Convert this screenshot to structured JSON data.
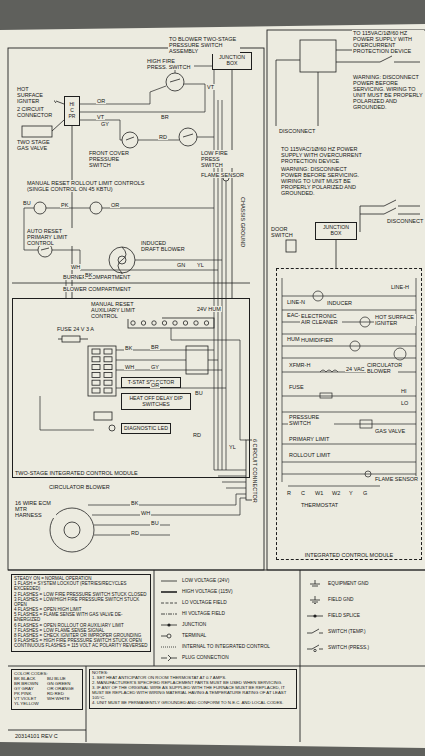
{
  "diagram": {
    "nodes": [
      {
        "text": [
          "TWO-STAGE INTEGRATED CONTROL MODULE"
        ]
      },
      {
        "text": [
          "T-STAT SELECTOR"
        ],
        "in": 0
      },
      {
        "text": [
          "HEAT OFF DELAY DIP SWITCHES"
        ],
        "in": 0
      },
      {
        "text": [
          "DIAGNOSTIC LED"
        ],
        "in": 0
      },
      {
        "text": [
          "JUNCTION BOX"
        ]
      },
      {
        "text": [
          "HI",
          "C",
          "PR"
        ]
      },
      {
        "text": [
          "JUNCTION BOX"
        ]
      },
      {
        "text": [
          "INTEGRATED CONTROL MODULE"
        ]
      },
      {
        "text": [
          "STEADY ON = NORMAL OPERATION",
          "1 FLASH = SYSTEM LOCKOUT (RETRIES/RECYCLES EXCEEDED)",
          "2 FLASHES = LOW FIRE PRESSURE SWITCH STUCK CLOSED",
          "3 FLASHES = LOW/HIGH FIRE PRESSURE SWITCH STUCK OPEN",
          "4 FLASHES = OPEN HIGH LIMIT",
          "5 FLASHES = FLAME SENSE WITH GAS VALVE DE-ENERGIZED",
          "6 FLASHES = OPEN ROLLOUT OR AUXILIARY LIMIT",
          "7 FLASHES = LOW FLAME SENSE SIGNAL",
          "8 FLASHES = CHECK IGNITER OR IMPROPER GROUNDING",
          "9 FLASHES = HIGH FIRE PRESSURE SWITCH STUCK OPEN",
          "CONTINUOUS FLASHES = 115 VOLT AC POLARITY REVERSED"
        ]
      },
      {
        "text": [
          "COLOR CODES:",
          "BK BLACK",
          "BU BLUE",
          "BR BROWN",
          "GN GREEN",
          "GY GRAY",
          "OR ORANGE",
          "PK PINK",
          "RD RED",
          "VT VIOLET",
          "WH WHITE",
          "YL YELLOW"
        ]
      },
      {
        "text": [
          "NOTES:",
          "1. SET HEAT ANTICIPATOR ON ROOM THERMOSTAT AT 0.7 AMPS.",
          "2. MANUFACTURER'S SPECIFIED REPLACEMENT PARTS MUST BE USED WHEN SERVICING.",
          "3. IF ANY OF THE ORIGINAL WIRE AS SUPPLIED WITH THE FURNACE MUST BE REPLACED, IT MUST BE REPLACED WITH WIRING MATERIAL HAVING A TEMPERATURE RATING OF AT LEAST 105°C.",
          "4. UNIT MUST BE PERMANENTLY GROUNDED AND CONFORM TO N.E.C. AND LOCAL CODES."
        ]
      }
    ],
    "edges": [
      {
        "from": 4,
        "to": 0,
        "arrow": "none"
      },
      {
        "from": 5,
        "to": 0,
        "arrow": "none"
      },
      {
        "from": 6,
        "to": 7,
        "arrow": "none"
      }
    ],
    "labels": [
      "TO BLOWER TWO-STAGE PRESSURE SWITCH ASSEMBLY",
      "HIGH FIRE PRESS. SWITCH",
      "HOT SURFACE IGNITER",
      "2 CIRCUIT CONNECTOR",
      "TWO STAGE GAS VALVE",
      "FRONT COVER PRESSURE SWITCH",
      "LOW FIRE PRESS SWITCH",
      "FLAME SENSOR",
      "CHASSIS GROUND",
      "MANUAL RESET ROLLOUT LIMIT CONTROLS (SINGLE CONTROL ON 45 KBTU)",
      "AUTO RESET PRIMARY LIMIT CONTROL",
      "INDUCED DRAFT BLOWER",
      "BURNER COMPARTMENT",
      "BLOWER COMPARTMENT",
      "MANUAL RESET AUXILIARY LIMIT CONTROL",
      "24V HUM",
      "FUSE 24 V 3 A",
      "CIRCULATOR BLOWER",
      "16 WIRE ECM MTR HARNESS",
      "6 CIRCUIT CONNECTOR",
      "OR",
      "VT",
      "GY",
      "BR",
      "RD",
      "BU",
      "PK",
      "OR",
      "WH",
      "BK",
      "YL",
      "GN",
      "VT",
      "BK",
      "WH",
      "BR",
      "GY",
      "OR",
      "BU",
      "RD",
      "YL",
      "BK",
      "WH",
      "BU",
      "RD",
      "20314101 REV C",
      "TO 115VAC/1Ø/60 HZ POWER SUPPLY WITH OVERCURRENT PROTECTION DEVICE",
      "WARNING: DISCONNECT POWER BEFORE SERVICING. WIRING TO UNIT MUST BE PROPERLY POLARIZED AND GROUNDED.",
      "DISCONNECT",
      "TO 115VAC/1Ø/60 HZ POWER SUPPLY WITH OVERCURRENT PROTECTION DEVICE",
      "WARNING: DISCONNECT POWER BEFORE SERVICING. WIRING TO UNIT MUST BE PROPERLY POLARIZED AND GROUNDED.",
      "DISCONNECT",
      "DOOR SWITCH",
      "INDUCER",
      "LINE-N",
      "EAC-N",
      "ELECTRONIC AIR CLEANER",
      "HUM-N",
      "HUMIDIFIER",
      "HOT SURFACE IGNITER",
      "LINE-H",
      "XFMR-H",
      "24 VAC",
      "FUSE",
      "CIRCULATOR BLOWER",
      "GAS VALVE",
      "PRESSURE SWITCH",
      "PRIMARY LIMIT",
      "ROLLOUT LIMIT",
      "FLAME SENSOR",
      "R",
      "C",
      "W1",
      "W2",
      "Y",
      "G",
      "THERMOSTAT",
      "HI",
      "LO"
    ],
    "legend": [
      {
        "text": "LOW VOLTAGE (24V)"
      },
      {
        "text": "HIGH VOLTAGE (115V)"
      },
      {
        "text": "LO VOLTAGE FIELD"
      },
      {
        "text": "HI VOLTAGE FIELD"
      },
      {
        "text": "JUNCTION"
      },
      {
        "text": "TERMINAL"
      },
      {
        "text": "INTERNAL TO INTEGRATED CONTROL"
      },
      {
        "text": "PLUG CONNECTION"
      },
      {
        "text": "EQUIPMENT GND"
      },
      {
        "text": "FIELD GND"
      },
      {
        "text": "FIELD SPLICE"
      },
      {
        "text": "SWITCH (TEMP.)"
      },
      {
        "text": "SWITCH (PRESS.)"
      }
    ]
  }
}
